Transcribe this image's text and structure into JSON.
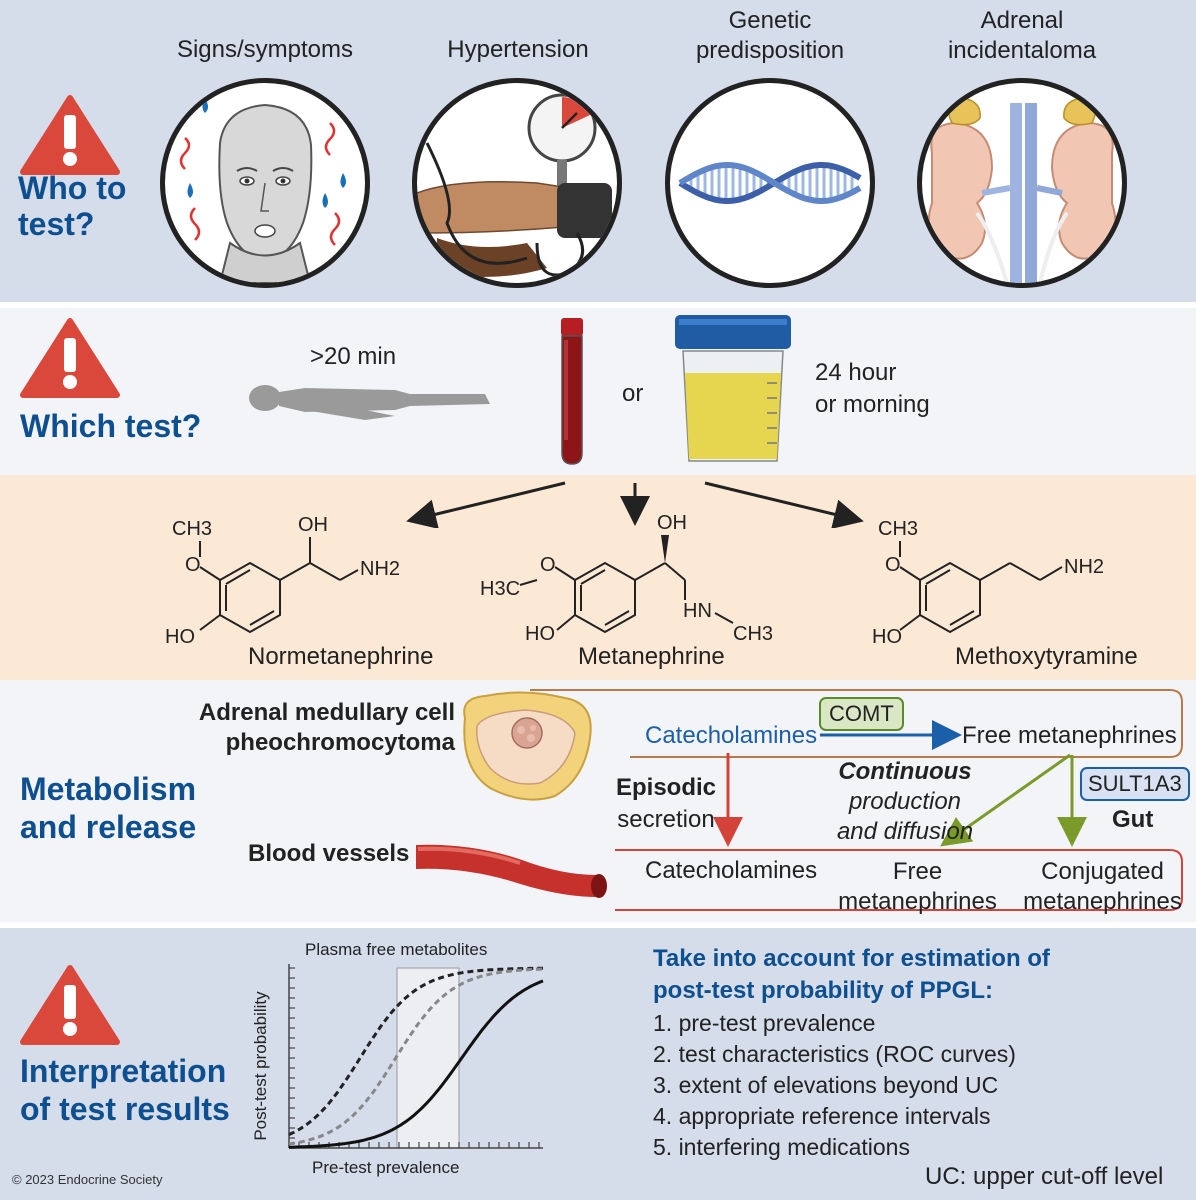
{
  "who": {
    "heading": [
      "Who to",
      "test?"
    ],
    "items": [
      {
        "label": [
          "Signs/symptoms"
        ]
      },
      {
        "label": [
          "Hypertension"
        ]
      },
      {
        "label": [
          "Genetic",
          "predisposition"
        ]
      },
      {
        "label": [
          "Adrenal",
          "incidentaloma"
        ]
      }
    ]
  },
  "which": {
    "heading": "Which test?",
    "supine_time": ">20 min",
    "or": "or",
    "urine_timing": [
      "24 hour",
      "or morning"
    ]
  },
  "metabolites": [
    {
      "name": "Normetanephrine",
      "groups": {
        "ch3": "CH3",
        "oh": "OH",
        "nh2": "NH2",
        "ho": "HO"
      }
    },
    {
      "name": "Metanephrine",
      "groups": {
        "h3c": "H3C",
        "oh": "OH",
        "ho": "HO",
        "hn": "HN",
        "ch3": "CH3"
      }
    },
    {
      "name": "Methoxytyramine",
      "groups": {
        "ch3": "CH3",
        "nh2": "NH2",
        "ho": "HO"
      }
    }
  ],
  "metabolism": {
    "heading": [
      "Metabolism",
      "and release"
    ],
    "cell_label": [
      "Adrenal medullary cell",
      "pheochromocytoma"
    ],
    "enzyme": "COMT",
    "catecholamines_top": "Catecholamines",
    "free_top": "Free metanephrines",
    "episodic": [
      "Episodic",
      "secretion"
    ],
    "continuous": [
      "Continuous",
      "production",
      "and diffusion"
    ],
    "sult": "SULT1A3",
    "gut": "Gut",
    "blood_vessels": "Blood vessels",
    "catecholamines_bottom": "Catecholamines",
    "free_bottom": [
      "Free",
      "metanephrines"
    ],
    "conjugated_bottom": [
      "Conjugated",
      "metanephrines"
    ]
  },
  "interpretation": {
    "heading": [
      "Interpretation",
      "of test results"
    ],
    "chart_title": "Plasma free metabolites",
    "ylabel": "Post-test probability",
    "xlabel": "Pre-test prevalence",
    "take_into_account": [
      "Take into account for estimation of",
      "post-test probability of PPGL:"
    ],
    "list": [
      "1. pre-test prevalence",
      "2. test characteristics (ROC curves)",
      "3. extent of elevations beyond UC",
      "4. appropriate reference intervals",
      "5. interfering medications"
    ],
    "uc_note": "UC: upper cut-off level",
    "copyright": "© 2023 Endocrine Society"
  },
  "colors": {
    "heading_blue": "#0d4f8f",
    "warning_red": "#d9483b",
    "episodic_red": "#d4433a",
    "diffusion_green": "#7a9a2a",
    "comt_blue": "#1b5fa8"
  },
  "icons": [
    "warning-icon",
    "face-icon",
    "blood-pressure-icon",
    "dna-icon",
    "kidney-icon",
    "person-supine-icon",
    "blood-tube-icon",
    "urine-cup-icon",
    "adrenal-tumor-icon",
    "blood-vessel-icon"
  ]
}
